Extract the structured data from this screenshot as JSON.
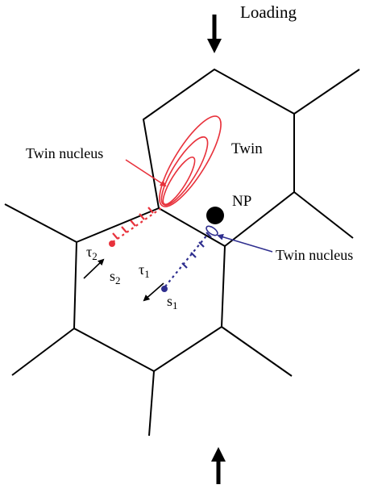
{
  "labels": {
    "loading": "Loading",
    "twin": "Twin",
    "np": "NP",
    "twin_nucleus_red": "Twin nucleus",
    "twin_nucleus_blue": "Twin nucleus",
    "tau": "τ",
    "s": "s",
    "sub_1": "1",
    "sub_2": "2"
  },
  "colors": {
    "grain_boundary": "#000000",
    "twin_red": "#e8323c",
    "twin_blue": "#2f2f8f",
    "nanoparticle": "#000000"
  }
}
